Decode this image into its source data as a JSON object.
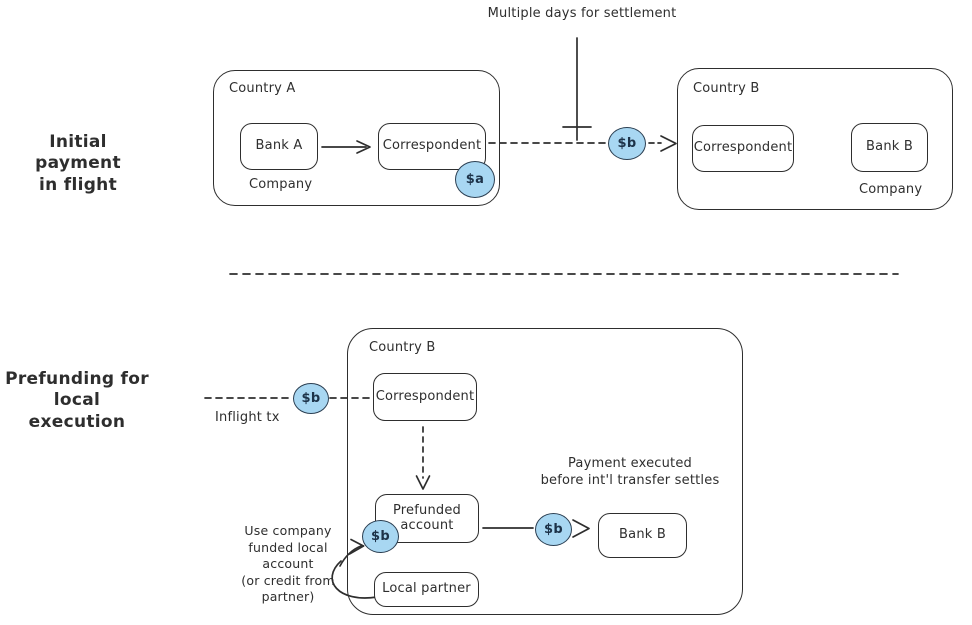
{
  "colors": {
    "ink": "#2e2e2e",
    "badge_fill": "#a8d7f2",
    "badge_stroke": "#2b3f52",
    "badge_text": "#1d3349",
    "background": "#ffffff"
  },
  "top": {
    "section_label_line1": "Initial payment",
    "section_label_line2": "in flight",
    "annotation": "Multiple days for settlement",
    "country_a": {
      "label": "Country A",
      "bank": "Bank A",
      "correspondent": "Correspondent",
      "company": "Company",
      "badge": "$a"
    },
    "flow_badge": "$b",
    "country_b": {
      "label": "Country B",
      "correspondent": "Correspondent",
      "bank": "Bank B",
      "company": "Company"
    }
  },
  "bottom": {
    "section_label_line1": "Prefunding for",
    "section_label_line2": "local execution",
    "inflight_label": "Inflight tx",
    "inflight_badge": "$b",
    "country_b": {
      "label": "Country B",
      "correspondent": "Correspondent",
      "prefunded_line1": "Prefunded",
      "prefunded_line2": "account",
      "local_partner": "Local partner",
      "bank": "Bank B"
    },
    "prefund_badge": "$b",
    "transfer_badge": "$b",
    "execution_note_line1": "Payment executed",
    "execution_note_line2": "before int'l transfer settles",
    "funding_note_lines": [
      "Use company",
      "funded local",
      "account",
      "(or credit from",
      "partner)"
    ]
  }
}
